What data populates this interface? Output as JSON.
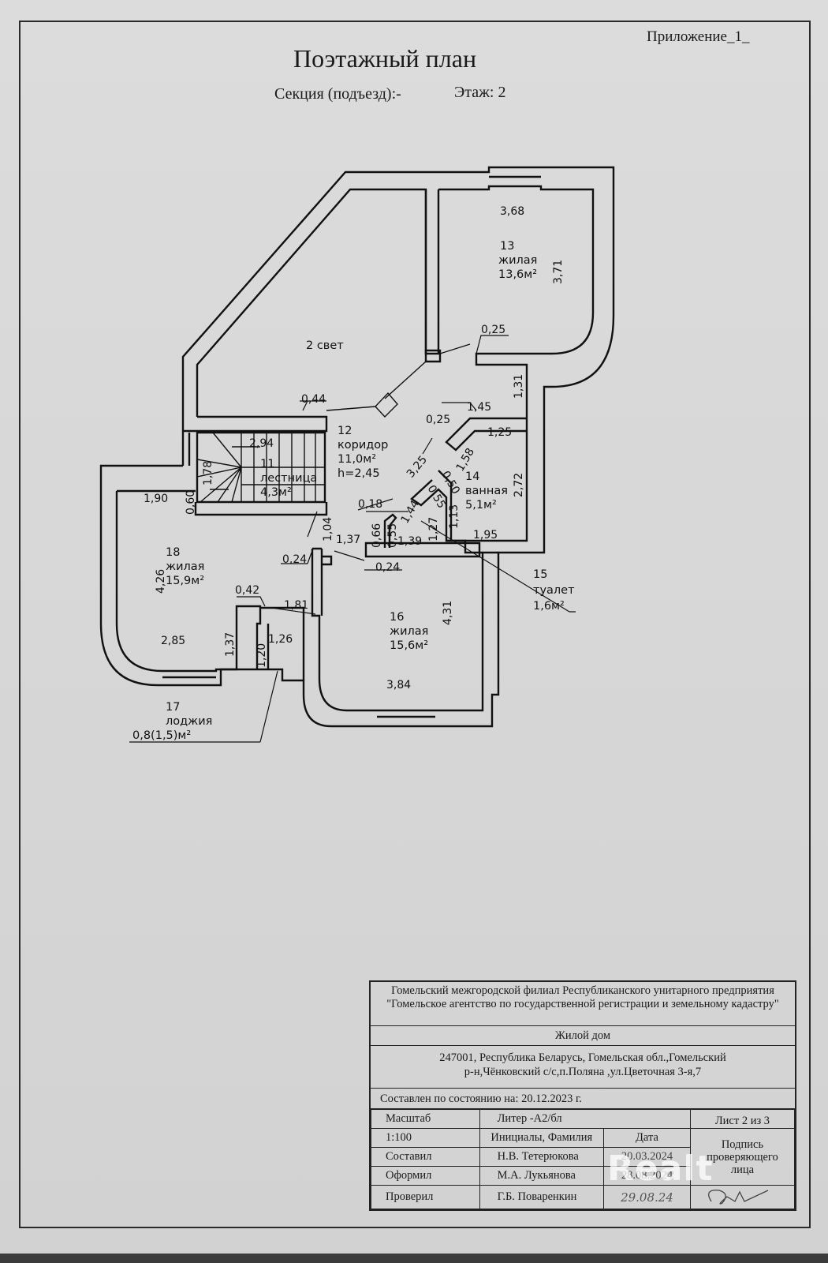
{
  "header": {
    "appendix": "Приложение_1_",
    "title": "Поэтажный план",
    "section": "Секция (подъезд):-",
    "floor": "Этаж: 2"
  },
  "rooms": {
    "r2": {
      "label": "2 свет"
    },
    "r11": {
      "number": "11",
      "name": "лестница",
      "area": "4,3м²"
    },
    "r12": {
      "number": "12",
      "name": "коридор",
      "area": "11,0м²",
      "height": "h=2,45"
    },
    "r13": {
      "number": "13",
      "name": "жилая",
      "area": "13,6м²"
    },
    "r14": {
      "number": "14",
      "name": "ванная",
      "area": "5,1м²"
    },
    "r15": {
      "number": "15",
      "name": "туалет",
      "area": "1,6м²"
    },
    "r16": {
      "number": "16",
      "name": "жилая",
      "area": "15,6м²"
    },
    "r17": {
      "number": "17",
      "name": "лоджия",
      "area": "0,8(1,5)м²"
    },
    "r18": {
      "number": "18",
      "name": "жилая",
      "area": "15,9м²"
    }
  },
  "dimensions": {
    "d368": "3,68",
    "d371": "3,71",
    "d025a": "0,25",
    "d131": "1,31",
    "d044": "0,44",
    "d145": "1,45",
    "d025b": "0,25",
    "d125": "1,25",
    "d158": "1,58",
    "d294": "2,94",
    "d178": "1,78",
    "d060": "0,60",
    "d190": "1,90",
    "d325": "3,25",
    "d050": "0,50",
    "d272": "2,72",
    "d055a": "0,55",
    "d144": "1,44",
    "d018": "0,18",
    "d127": "1,27",
    "d113": "1,13",
    "d104": "1,04",
    "d137a": "1,37",
    "d066": "0,66",
    "d055b": "0,55",
    "d139": "1,39",
    "d195": "1,95",
    "d024a": "0,24",
    "d024b": "0,24",
    "d426": "4,26",
    "d042": "0,42",
    "d181": "1,81",
    "d431": "4,31",
    "d285": "2,85",
    "d137b": "1,37",
    "d126": "1,26",
    "d120": "1,20",
    "d384": "3,84"
  },
  "title_block": {
    "organization": "Гомельский межгородской филиал Республиканского унитарного предприятия \"Гомельское агентство по государственной регистрации и земельному кадастру\"",
    "object": "Жилой дом",
    "address_line1": "247001, Республика Беларусь, Гомельская обл.,Гомельский",
    "address_line2": "р-н,Чёнковский с/с,п.Поляна ,ул.Цветочная 3-я,7",
    "state": "Составлен по состоянию на:  20.12.2023 г.",
    "scale_label": "Масштаб",
    "liter": "Литер -А2/бл",
    "sheet": "Лист  2 из 3",
    "scale_value": "1:100",
    "col_names": "Инициалы, Фамилия",
    "col_date": "Дата",
    "col_signature": "Подпись проверяющего лица",
    "rows": [
      {
        "role": "Составил",
        "name": "Н.В. Тетерюкова",
        "date": "20.03.2024"
      },
      {
        "role": "Оформил",
        "name": "М.А. Лукьянова",
        "date": "28.08.2024"
      },
      {
        "role": "Проверил",
        "name": "Г.Б. Поваренкин",
        "date": "29.08.24"
      }
    ]
  },
  "watermark": "Realt"
}
